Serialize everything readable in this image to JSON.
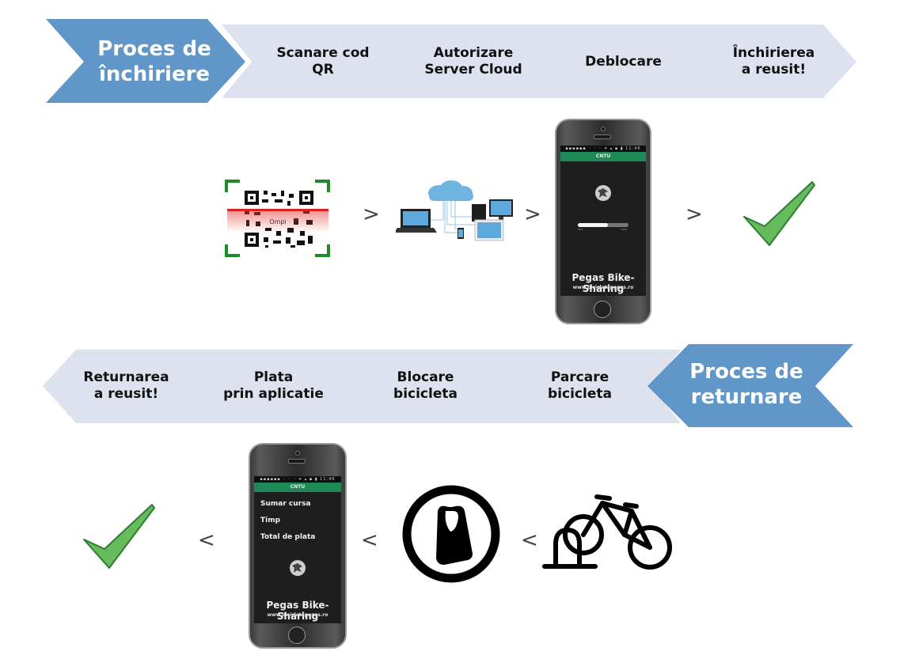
{
  "rental_process": {
    "header": "Proces de\nînchiriere",
    "steps": [
      {
        "label": "Scanare cod\nQR"
      },
      {
        "label": "Autorizare\nServer Cloud"
      },
      {
        "label": "Deblocare"
      },
      {
        "label": "Închirierea\na reusit!"
      }
    ],
    "separator": ">",
    "icons": [
      "qr-scan-icon",
      "cloud-network-icon",
      "phone-app-unlock",
      "checkmark-icon"
    ],
    "phone": {
      "app_bar": "CNTU",
      "status_bar": "▪▪▪▪▪▪ ◦ ◦ ◦  ✦ ▴ ▪ ▮ 11:46",
      "progress": 0.6,
      "progress_left_label": "69%",
      "progress_right_label": "100%",
      "brand": "Pegas Bike-Sharing",
      "url": "www.bicicletapegas.ro"
    },
    "qr_label": "Ompi"
  },
  "return_process": {
    "header": "Proces de\nreturnare",
    "steps": [
      {
        "label": "Parcare\nbicicleta"
      },
      {
        "label": "Blocare\nbicicleta"
      },
      {
        "label": "Plata\nprin aplicatie"
      },
      {
        "label": "Returnarea\na reusit!"
      }
    ],
    "separator": "<",
    "icons": [
      "bike-rack-icon",
      "padlock-icon",
      "phone-app-payment",
      "checkmark-icon"
    ],
    "phone": {
      "app_bar": "CNTU",
      "status_bar": "▪▪▪▪▪▪ ◦ ◦ ◦  ✦ ▴ ▪ ▮ 11:46",
      "summary": [
        "Sumar cursa",
        "Timp",
        "Total de plata"
      ],
      "brand": "Pegas Bike-Sharing",
      "url": "www.bicicletapegas.ro"
    }
  },
  "colors": {
    "header_blue": "#6196c9",
    "step_bg": "#dde2ee",
    "check_green": "#66bb5c",
    "check_outline": "#2e7d32",
    "app_green": "#1f8a57"
  }
}
